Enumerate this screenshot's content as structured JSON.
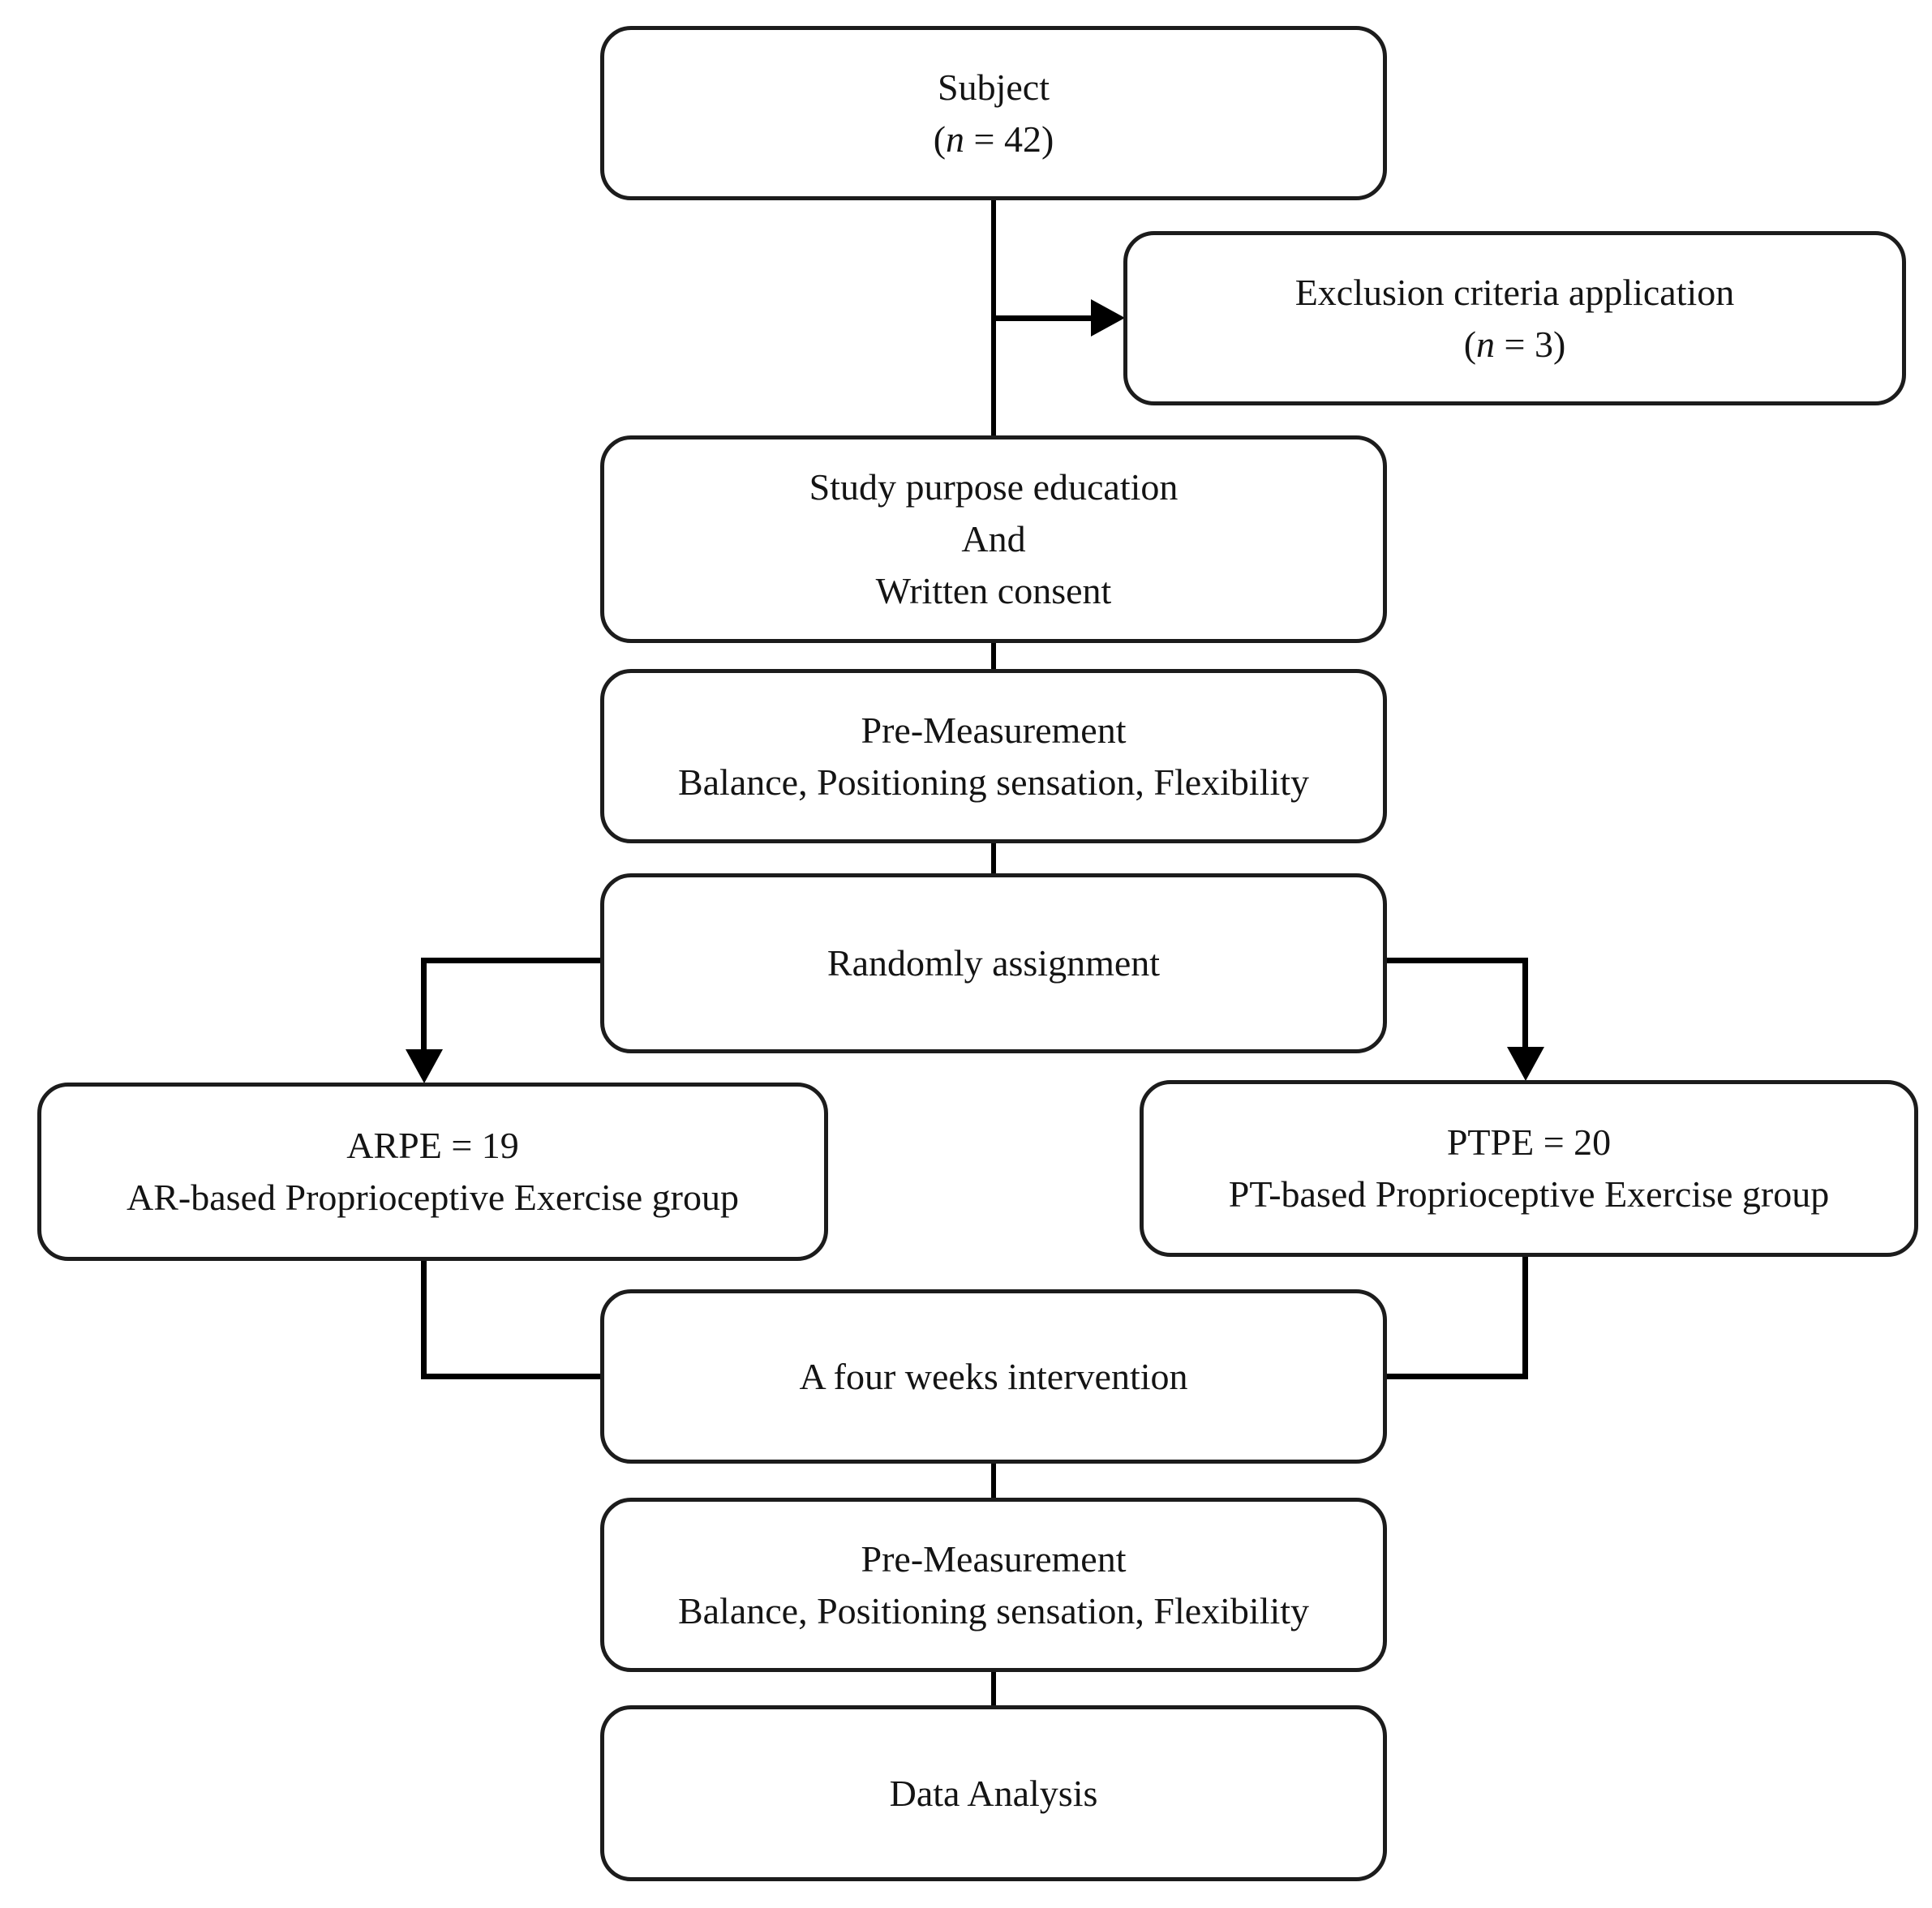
{
  "flowchart": {
    "colors": {
      "background": "#ffffff",
      "box_fill": "#ffffff",
      "box_border": "#1c1c1c",
      "connector": "#000000",
      "text": "#141414"
    },
    "nodes": {
      "subject": {
        "title": "Subject",
        "n_open": "(",
        "n_var": "n",
        "n_rest": " = 42)"
      },
      "exclusion": {
        "title": "Exclusion criteria application",
        "n_open": "(",
        "n_var": "n",
        "n_rest": " = 3)"
      },
      "education": {
        "line1": "Study purpose education",
        "line2": "And",
        "line3": "Written consent"
      },
      "pre_measurement": {
        "line1": "Pre-Measurement",
        "line2": "Balance, Positioning sensation, Flexibility"
      },
      "randomization": {
        "line1": "Randomly assignment"
      },
      "arpe_group": {
        "line1": "ARPE = 19",
        "line2": "AR-based Proprioceptive Exercise group"
      },
      "ptpe_group": {
        "line1": "PTPE = 20",
        "line2": "PT-based Proprioceptive Exercise group"
      },
      "intervention": {
        "line1": "A four weeks intervention"
      },
      "post_measurement": {
        "line1": "Pre-Measurement",
        "line2": "Balance, Positioning sensation, Flexibility"
      },
      "data_analysis": {
        "line1": "Data Analysis"
      }
    }
  }
}
